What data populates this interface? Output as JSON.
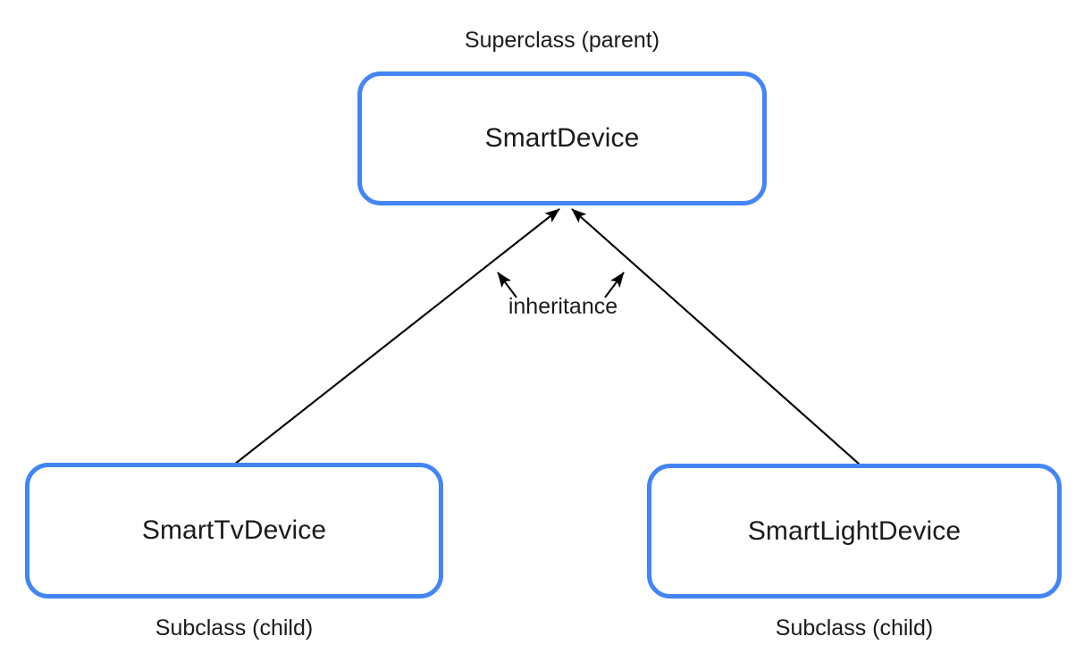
{
  "diagram": {
    "title_text_present": false,
    "background_color": "#ffffff",
    "accent_color": "#4285f4",
    "text_color": "#1b1b1b",
    "arrow_color": "#000000",
    "type": "class-inheritance-hierarchy",
    "superclass": {
      "caption": "Superclass (parent)",
      "class_name": "SmartDevice"
    },
    "subclasses": [
      {
        "class_name": "SmartTvDevice",
        "caption": "Subclass (child)"
      },
      {
        "class_name": "SmartLightDevice",
        "caption": "Subclass (child)"
      }
    ],
    "relationship": {
      "label": "inheritance",
      "direction": "child-to-parent"
    }
  }
}
